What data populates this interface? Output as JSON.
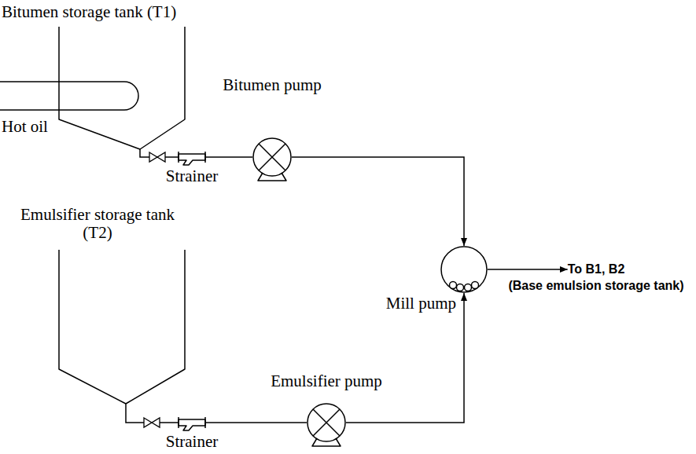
{
  "diagram": {
    "nodes": [
      {
        "text": [
          "Bitumen storage tank (T1)"
        ]
      },
      {
        "text": [
          "Strainer"
        ]
      },
      {
        "text": [
          "Bitumen pump"
        ]
      },
      {
        "text": [
          "Emulsifier storage tank (T2)"
        ]
      },
      {
        "text": [
          "Strainer"
        ]
      },
      {
        "text": [
          "Emulsifier pump"
        ]
      },
      {
        "text": [
          "Mill pump"
        ]
      },
      {
        "text": [
          "To B1, B2",
          "(Base emulsion storage tank)"
        ]
      }
    ],
    "edges": [
      {
        "from": 0,
        "to": 1,
        "arrow": "none"
      },
      {
        "from": 1,
        "to": 2,
        "arrow": "none"
      },
      {
        "from": 2,
        "to": 6,
        "arrow": "to"
      },
      {
        "from": 3,
        "to": 4,
        "arrow": "none"
      },
      {
        "from": 4,
        "to": 5,
        "arrow": "none"
      },
      {
        "from": 5,
        "to": 6,
        "arrow": "to"
      },
      {
        "from": 6,
        "to": 7,
        "arrow": "to"
      }
    ],
    "labels": [
      "Hot oil"
    ]
  }
}
